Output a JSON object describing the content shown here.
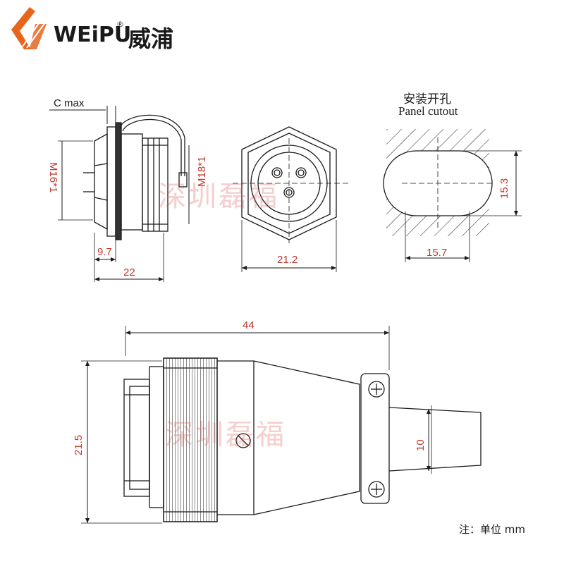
{
  "brand": {
    "name": "WEiPU",
    "registered": "®",
    "name_cn": "威浦"
  },
  "panel_cutout": {
    "title_cn": "安装开孔",
    "title_en": "Panel cutout",
    "width": "15.7",
    "height": "15.3"
  },
  "side_view": {
    "c_max": "C max",
    "thread_left": "M16*1",
    "thread_right": "M18*1",
    "dim_small": "9.7",
    "dim_length": "22"
  },
  "front_view": {
    "width": "21.2"
  },
  "plug_view": {
    "length": "44",
    "diameter": "21.5",
    "cable": "10"
  },
  "watermark": "深圳磊福",
  "note": "注：单位 mm",
  "colors": {
    "line": "#1a1a1a",
    "dimension_text": "#c0392b",
    "logo_orange": "#e8651e",
    "watermark": "#e05050"
  }
}
